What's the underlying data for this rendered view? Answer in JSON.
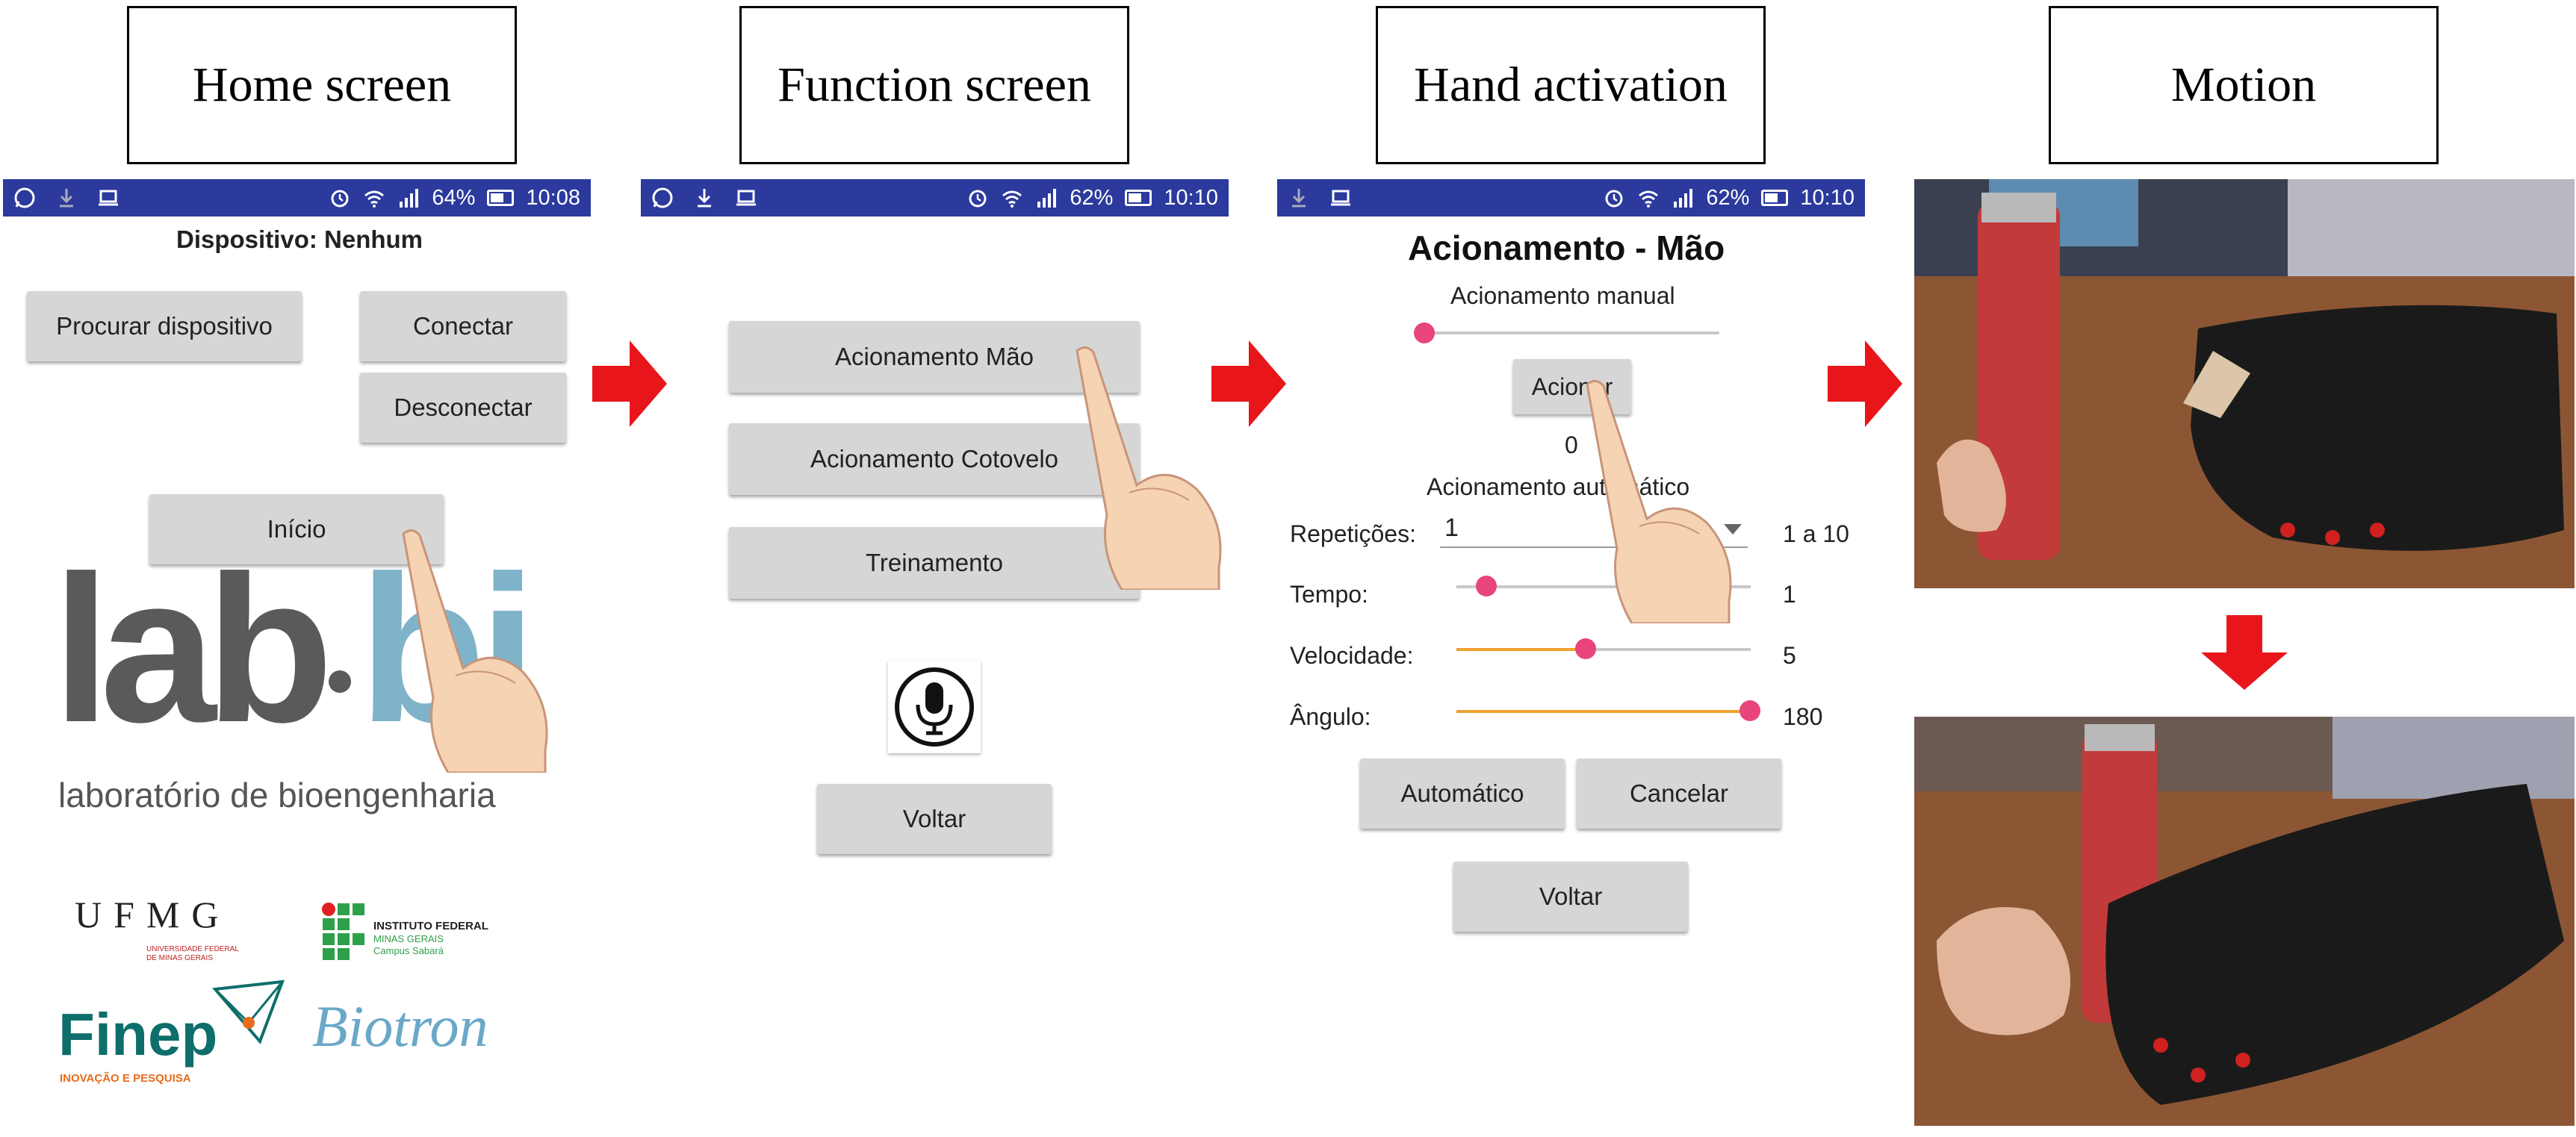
{
  "captions": {
    "home": "Home screen",
    "function": "Function screen",
    "hand": "Hand activation",
    "motion": "Motion"
  },
  "status": {
    "s1": {
      "battery": "64%",
      "time": "10:08"
    },
    "s2": {
      "battery": "62%",
      "time": "10:10"
    },
    "s3": {
      "battery": "62%",
      "time": "10:10"
    }
  },
  "home": {
    "device_label": "Dispositivo: Nenhum",
    "search_button": "Procurar dispositivo",
    "connect_button": "Conectar",
    "disconnect_button": "Desconectar",
    "start_button": "Início",
    "logo_lab": "lab",
    "logo_bio": "bi",
    "logo_subtitle": "laboratório de bioengenharia",
    "ufmg": "UFMG",
    "ufmg_sub": "UNIVERSIDADE FEDERAL DE MINAS GERAIS",
    "if_line1": "INSTITUTO FEDERAL",
    "if_line2": "MINAS GERAIS",
    "if_line3": "Campus Sabará",
    "finep": "Finep",
    "finep_sub": "INOVAÇÃO E PESQUISA",
    "biotron": "Biotron"
  },
  "function": {
    "hand_button": "Acionamento Mão",
    "elbow_button": "Acionamento Cotovelo",
    "training_button": "Treinamento",
    "back_button": "Voltar"
  },
  "handact": {
    "title": "Acionamento - Mão",
    "manual_label": "Acionamento manual",
    "activate_button": "Acionar",
    "manual_value": "0",
    "auto_label": "Acionamento automático",
    "repetitions_label": "Repetições:",
    "repetitions_value": "1",
    "repetitions_range": "1 a 10",
    "time_label": "Tempo:",
    "time_value": "1",
    "speed_label": "Velocidade:",
    "speed_value": "5",
    "angle_label": "Ângulo:",
    "angle_value": "180",
    "auto_button": "Automático",
    "cancel_button": "Cancelar",
    "back_button": "Voltar"
  },
  "colors": {
    "statusbar": "#2b3a9c",
    "arrow": "#e8151b",
    "thumb": "#e8457a",
    "slider_fill": "#f0a030"
  }
}
